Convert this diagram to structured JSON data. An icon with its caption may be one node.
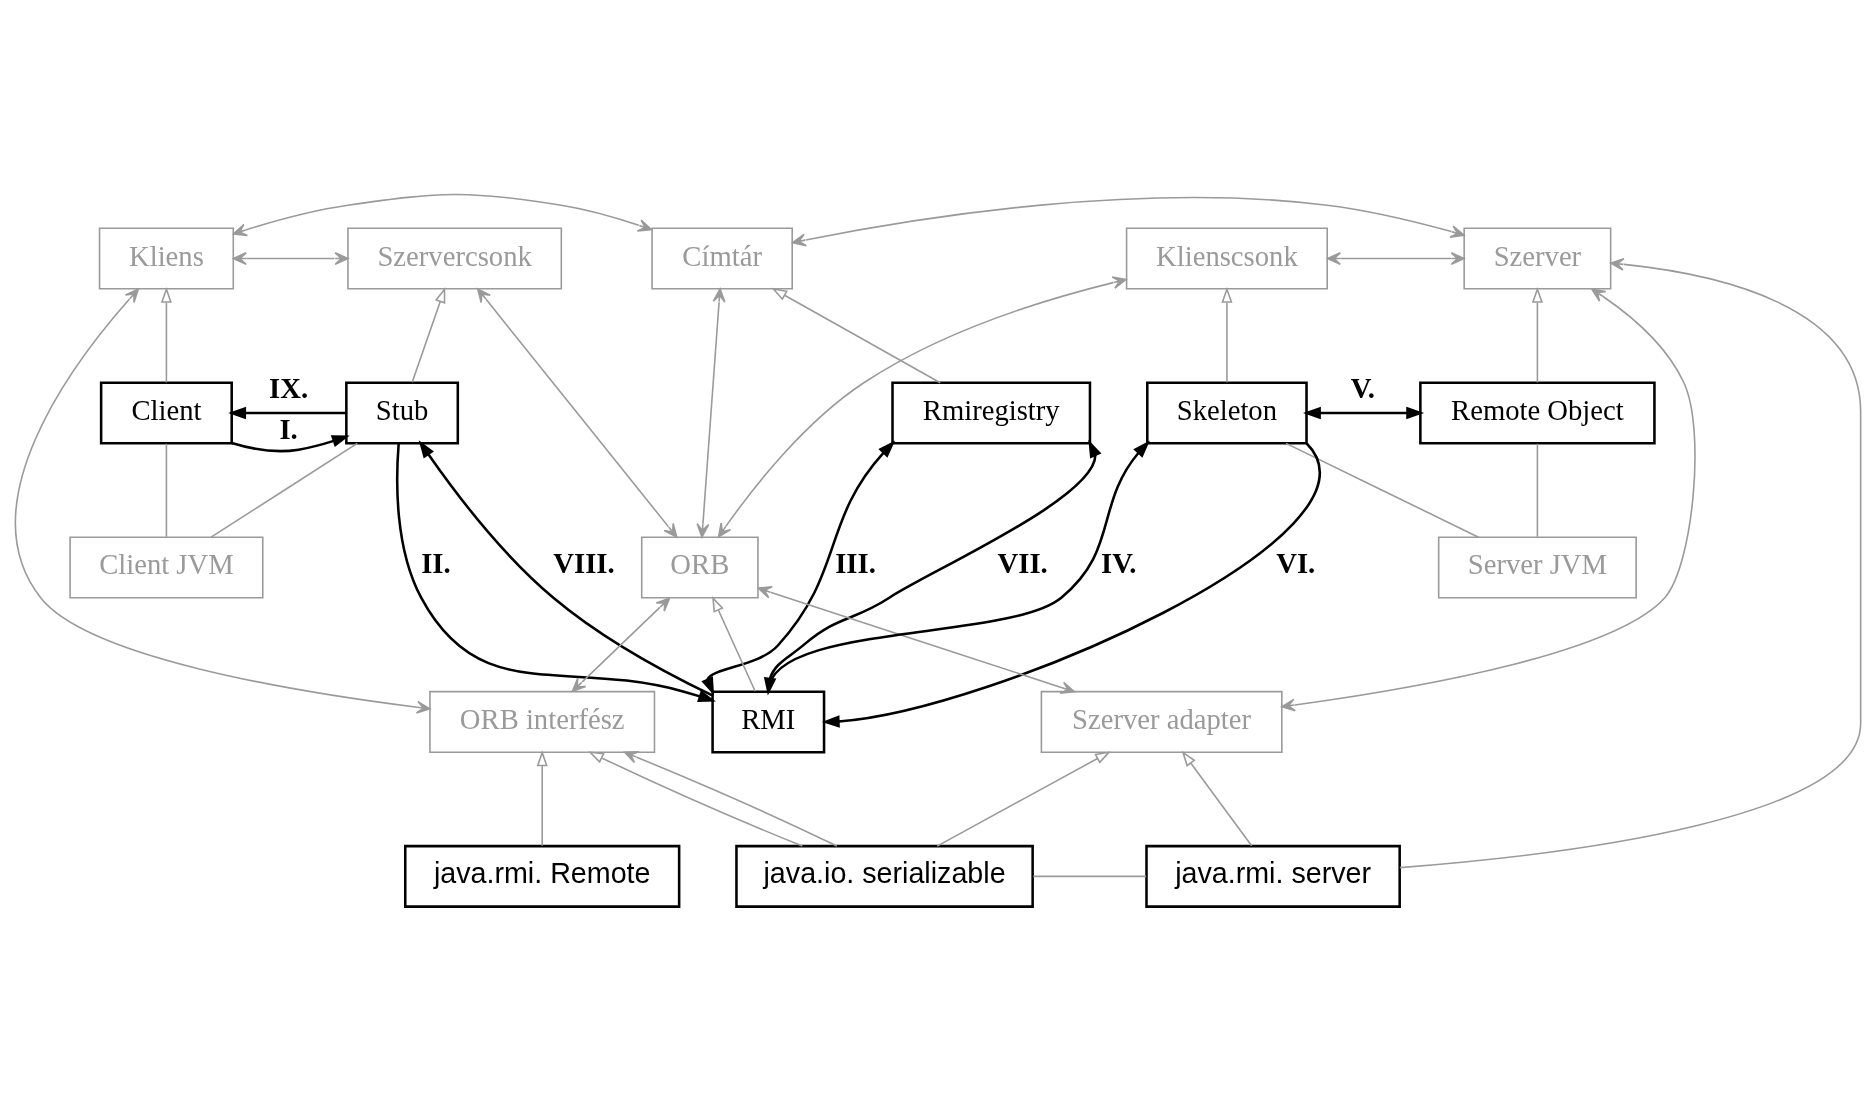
{
  "diagram": {
    "nodes": [
      {
        "text": [
          "Kliens"
        ]
      },
      {
        "text": [
          "Szervercsonk"
        ]
      },
      {
        "text": [
          "Címtár"
        ]
      },
      {
        "text": [
          "Klienscsonk"
        ]
      },
      {
        "text": [
          "Szerver"
        ]
      },
      {
        "text": [
          "Client"
        ]
      },
      {
        "text": [
          "Stub"
        ]
      },
      {
        "text": [
          "Rmiregistry"
        ]
      },
      {
        "text": [
          "Skeleton"
        ]
      },
      {
        "text": [
          "Remote Object"
        ]
      },
      {
        "text": [
          "Client JVM"
        ]
      },
      {
        "text": [
          "ORB"
        ]
      },
      {
        "text": [
          "Server JVM"
        ]
      },
      {
        "text": [
          "RMI"
        ]
      },
      {
        "text": [
          "ORB interfész"
        ]
      },
      {
        "text": [
          "Szerver adapter"
        ]
      },
      {
        "text": [
          "java.rmi. Remote"
        ]
      },
      {
        "text": [
          "java.io. serializable"
        ]
      },
      {
        "text": [
          "java.rmi. server"
        ]
      }
    ],
    "edges": [
      {
        "from": 0,
        "to": 2,
        "arrow": "both"
      },
      {
        "from": 2,
        "to": 4,
        "arrow": "both"
      },
      {
        "from": 0,
        "to": 1,
        "arrow": "both"
      },
      {
        "from": 3,
        "to": 4,
        "arrow": "both"
      },
      {
        "from": 5,
        "to": 0,
        "arrow": "to"
      },
      {
        "from": 6,
        "to": 1,
        "arrow": "to"
      },
      {
        "from": 7,
        "to": 2,
        "arrow": "to"
      },
      {
        "from": 8,
        "to": 3,
        "arrow": "to"
      },
      {
        "from": 9,
        "to": 4,
        "arrow": "to"
      },
      {
        "from": 5,
        "to": 6,
        "label": "I.",
        "arrow": "to",
        "color": "#000000"
      },
      {
        "from": 6,
        "to": 5,
        "label": "IX.",
        "arrow": "to",
        "color": "#000000"
      },
      {
        "from": 8,
        "to": 9,
        "label": "V.",
        "arrow": "both",
        "color": "#000000"
      },
      {
        "from": 5,
        "to": 10,
        "arrow": "none"
      },
      {
        "from": 6,
        "to": 10,
        "arrow": "none"
      },
      {
        "from": 8,
        "to": 12,
        "arrow": "none"
      },
      {
        "from": 9,
        "to": 12,
        "arrow": "none"
      },
      {
        "from": 1,
        "to": 11,
        "arrow": "both"
      },
      {
        "from": 2,
        "to": 11,
        "arrow": "both"
      },
      {
        "from": 3,
        "to": 11,
        "arrow": "both"
      },
      {
        "from": 6,
        "to": 13,
        "label": "II.",
        "arrow": "to",
        "color": "#000000"
      },
      {
        "from": 13,
        "to": 6,
        "label": "VIII.",
        "arrow": "to",
        "color": "#000000"
      },
      {
        "from": 7,
        "to": 13,
        "label": "III.",
        "arrow": "both",
        "color": "#000000"
      },
      {
        "from": 7,
        "to": 13,
        "label": "VII.",
        "arrow": "both",
        "color": "#000000"
      },
      {
        "from": 13,
        "to": 8,
        "label": "IV.",
        "arrow": "to",
        "color": "#000000"
      },
      {
        "from": 8,
        "to": 13,
        "label": "VI.",
        "arrow": "to",
        "color": "#000000"
      },
      {
        "from": 13,
        "to": 11,
        "arrow": "to"
      },
      {
        "from": 11,
        "to": 14,
        "arrow": "both"
      },
      {
        "from": 11,
        "to": 15,
        "arrow": "both"
      },
      {
        "from": 0,
        "to": 14,
        "arrow": "both"
      },
      {
        "from": 4,
        "to": 15,
        "arrow": "both"
      },
      {
        "from": 16,
        "to": 14,
        "arrow": "to"
      },
      {
        "from": 17,
        "to": 14,
        "arrow": "to"
      },
      {
        "from": 17,
        "to": 14,
        "arrow": "to"
      },
      {
        "from": 17,
        "to": 15,
        "arrow": "to"
      },
      {
        "from": 18,
        "to": 15,
        "arrow": "to"
      },
      {
        "from": 17,
        "to": 18,
        "arrow": "none"
      },
      {
        "from": 18,
        "to": 4,
        "arrow": "to"
      }
    ]
  }
}
